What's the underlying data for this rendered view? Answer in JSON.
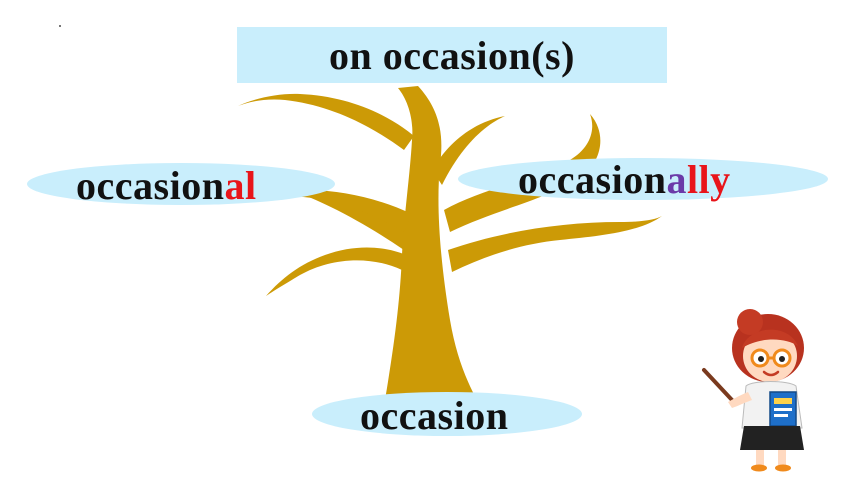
{
  "title": "on occasion(s)",
  "words": {
    "left": {
      "stem": "occasion",
      "suffix": "al"
    },
    "right": {
      "stem": "occasion",
      "suffix_a": "a",
      "suffix_lly": "lly"
    },
    "bottom": "occasion"
  },
  "colors": {
    "box_fill": "#c9eefc",
    "tree_trunk": "#cc9a06",
    "suffix_red": "#e8141a",
    "suffix_purple": "#6b3aa8",
    "text": "#111111"
  },
  "icons": [
    "tree-illustration",
    "teacher-illustration"
  ]
}
